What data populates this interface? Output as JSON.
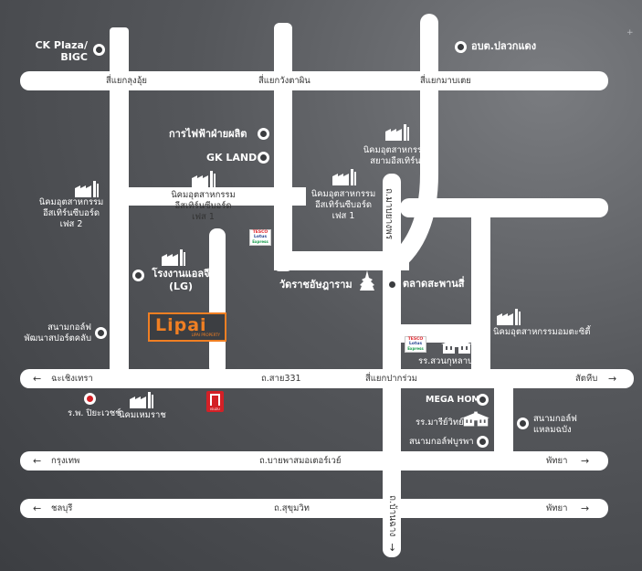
{
  "map_title": "",
  "places": {
    "ck_plaza": "CK Plaza/\nBIGC",
    "obot_plubkdang": "อบต.ปลวกแดง",
    "power_plant": "การไฟฟ้าฝ่ายผลิต",
    "gk_land": "GK LAND",
    "eastern_seaboard_estate": "นิคมอุตสาหกรรม\nสยามอีสเทิร์น",
    "ies_phase2": "นิคมอุตสาหกรรม\nอีสเทิร์นซีบอร์ด\nเฟส 2",
    "ies_phase1_a": "นิคมอุตสาหกรรม\nอีสเทิร์นซีบอร์ด\nเฟส 1",
    "ies_phase1_b": "นิคมอุตสาหกรรม\nอีสเทิร์นซีบอร์ด\nเฟส 1",
    "lg_factory": "โรงงานแอลจี\n(LG)",
    "wat_rat": "วัดราชอัษฎาราม",
    "talad_saphan_si": "ตลาดสะพานสี่",
    "golf_pattana": "สนามกอล์ฟ\nพัฒนาสปอร์ตคลับ",
    "amata_city": "นิคมอุตสาหกรรมอมตะซิตี้",
    "rr_suan_kularb": "รร.สวนกุหลาบ",
    "mega_home": "MEGA HOME",
    "rr_marie_vitaya": "รร.มารีย์วิทย์",
    "golf_phudipsa": "สนามกอล์ฟบูรพา",
    "golf_laem_chabang": "สนามกอล์ฟ\nแหลมฉบัง",
    "hospital_piyavate": "ร.พ. ปิยะเวชช์",
    "nikom_hemaraj": "นิคมเหมราช"
  },
  "roads": {
    "top_junction_1": "สี่แยกลุงอุ้ย",
    "top_junction_2": "สี่แยกวังตาผิน",
    "top_junction_3": "สี่แยกมาบเตย",
    "road_mabyangporn": "ถ.มาบยางพร",
    "road_331": "ถ.สาย331",
    "junction_pakruam": "สี่แยกปากร่วม",
    "road_bypass": "ถ.บายพาสมอเตอร์เวย์",
    "road_sukhumvit": "ถ.สุขุมวิท",
    "road_ban_chang": "ถ.บ้านฉาง"
  },
  "directions": {
    "chachoengsao": "ฉะเชิงเทรา",
    "sattahip": "สัตหีบ",
    "bangkok": "กรุงเทพ",
    "pattaya_1": "พัทยา",
    "chonburi": "ชลบุรี",
    "pattaya_2": "พัทยา"
  },
  "brands": {
    "project_logo": "Lipai",
    "project_logo_sub": "LIPAI PROPERTY",
    "tesco_1_a": "TESCO",
    "tesco_1_b": "Lotus",
    "tesco_1_c": "Express",
    "tesco_2_a": "TESCO",
    "tesco_2_b": "Lotus",
    "tesco_2_c": "Express",
    "isuzu": "ISUZU"
  },
  "colors": {
    "background": "#55575b",
    "road": "#ffffff",
    "project_accent": "#f07f23",
    "hospital_red": "#d32026"
  }
}
